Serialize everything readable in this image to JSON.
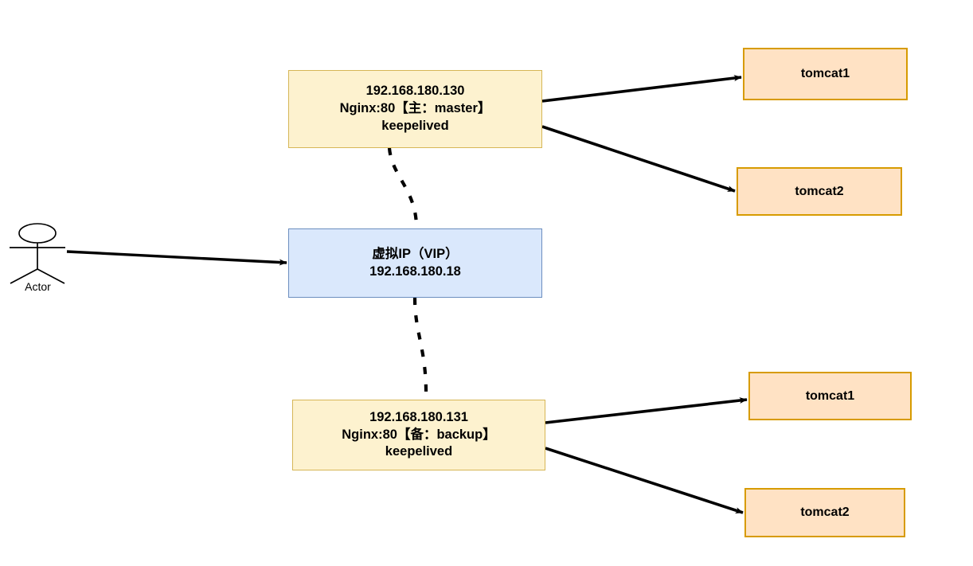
{
  "diagram": {
    "title_text": "",
    "colors": {
      "nginx_fill": "#fdf2cf",
      "nginx_stroke": "#d6b656",
      "vip_fill": "#dae8fc",
      "vip_stroke": "#6c8ebf",
      "tomcat_fill": "#ffe2c4",
      "tomcat_stroke": "#d79b00",
      "edge_stroke": "#000000",
      "background": "#ffffff"
    },
    "actor": {
      "label": "Actor",
      "icon": "actor-stick-figure-icon"
    },
    "nodes": {
      "master": {
        "line1": "192.168.180.130",
        "line2": "Nginx:80【主：master】",
        "line3": "keepelived"
      },
      "vip": {
        "line1": "虚拟IP（VIP）",
        "line2": "192.168.180.18"
      },
      "backup": {
        "line1": "192.168.180.131",
        "line2": "Nginx:80【备：backup】",
        "line3": "keepelived"
      },
      "master_tomcat1": {
        "label": "tomcat1"
      },
      "master_tomcat2": {
        "label": "tomcat2"
      },
      "backup_tomcat1": {
        "label": "tomcat1"
      },
      "backup_tomcat2": {
        "label": "tomcat2"
      }
    },
    "edges": [
      {
        "name": "actor-to-vip",
        "from": "actor",
        "to": "vip",
        "style": "solid-arrow"
      },
      {
        "name": "master-to-tomcat1",
        "from": "master",
        "to": "master_tomcat1",
        "style": "solid-arrow"
      },
      {
        "name": "master-to-tomcat2",
        "from": "master",
        "to": "master_tomcat2",
        "style": "solid-arrow"
      },
      {
        "name": "backup-to-tomcat1",
        "from": "backup",
        "to": "backup_tomcat1",
        "style": "solid-arrow"
      },
      {
        "name": "backup-to-tomcat2",
        "from": "backup",
        "to": "backup_tomcat2",
        "style": "solid-arrow"
      },
      {
        "name": "master-to-vip",
        "from": "master",
        "to": "vip",
        "style": "dashed-curve"
      },
      {
        "name": "vip-to-backup",
        "from": "vip",
        "to": "backup",
        "style": "dashed-curve"
      }
    ]
  }
}
